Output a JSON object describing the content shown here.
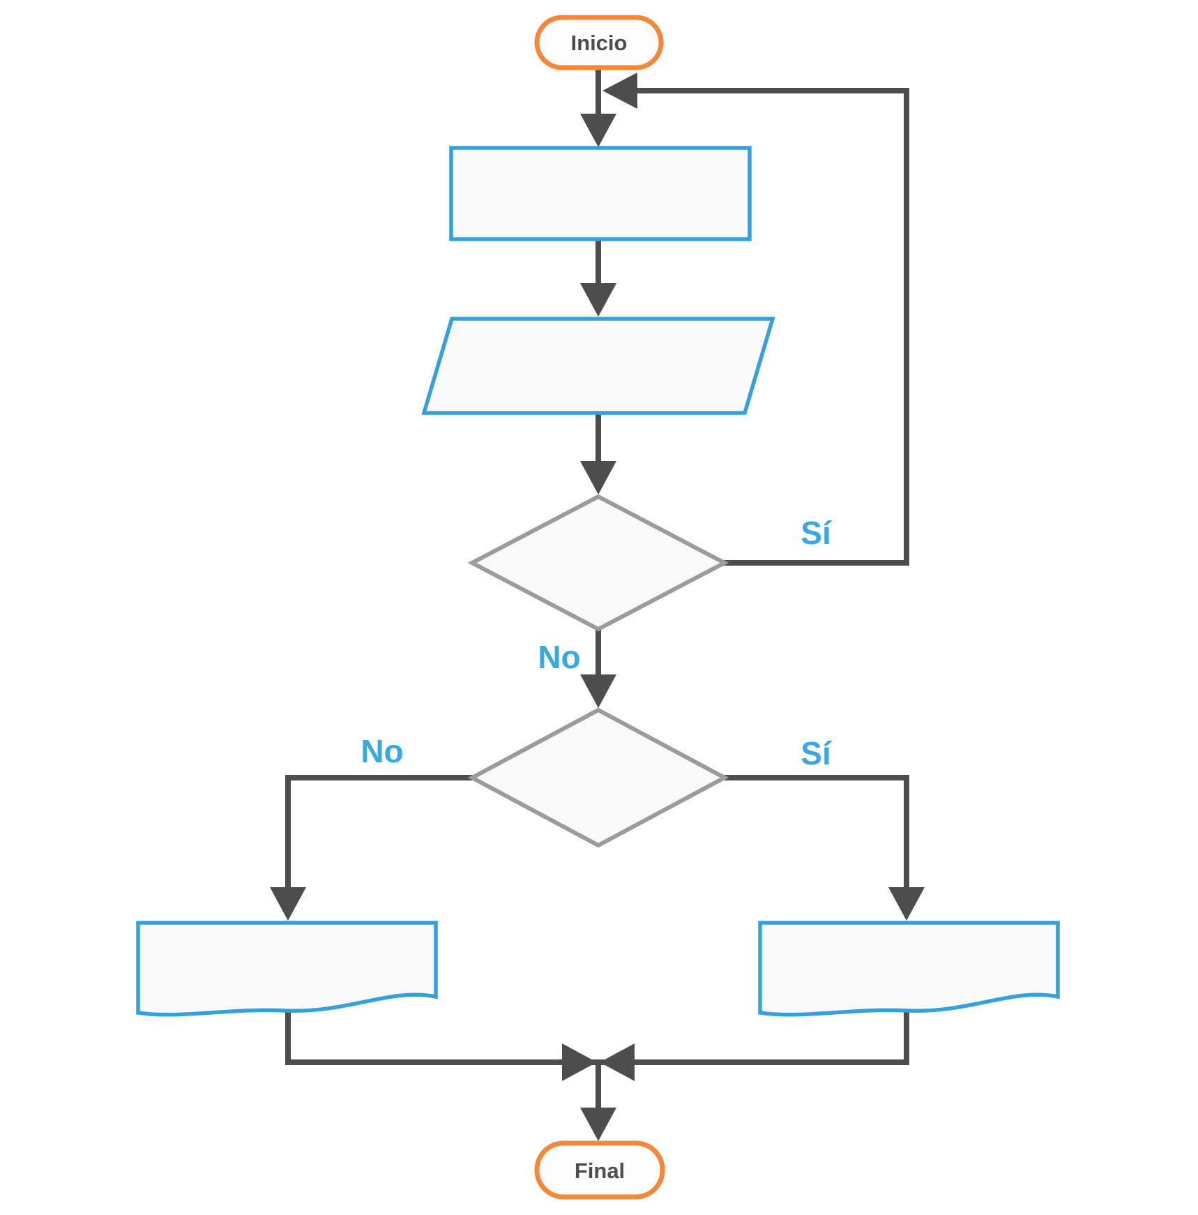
{
  "labels": {
    "start": "Inicio",
    "end": "Final",
    "decision1_yes": "Sí",
    "decision1_no": "No",
    "decision2_no": "No",
    "decision2_yes": "Sí"
  },
  "colors": {
    "accent_orange": "#F5873B",
    "accent_blue": "#36A0DC",
    "label_blue": "#3AA7E0",
    "decision_border": "#9B9B9B",
    "connector_dark": "#4D4D4D",
    "shape_fill": "#F9F9F9",
    "terminator_fill": "#FCFCFC",
    "text_dark": "#4D4D4D",
    "background": "#FFFFFF"
  },
  "diagram": {
    "type": "flowchart",
    "nodes": [
      {
        "id": "start",
        "shape": "terminator",
        "label": "Inicio"
      },
      {
        "id": "process-1",
        "shape": "process",
        "label": ""
      },
      {
        "id": "input-output-1",
        "shape": "input-output-parallelogram",
        "label": ""
      },
      {
        "id": "decision-1",
        "shape": "decision-diamond",
        "label": ""
      },
      {
        "id": "decision-2",
        "shape": "decision-diamond",
        "label": ""
      },
      {
        "id": "document-left",
        "shape": "document",
        "label": ""
      },
      {
        "id": "document-right",
        "shape": "document",
        "label": ""
      },
      {
        "id": "end",
        "shape": "terminator",
        "label": "Final"
      }
    ],
    "edges": [
      {
        "from": "start",
        "to": "process-1",
        "label": ""
      },
      {
        "from": "process-1",
        "to": "input-output-1",
        "label": ""
      },
      {
        "from": "input-output-1",
        "to": "decision-1",
        "label": ""
      },
      {
        "from": "decision-1",
        "to": "start-process-junction",
        "label": "Sí",
        "route": "right-then-up-loop"
      },
      {
        "from": "decision-1",
        "to": "decision-2",
        "label": "No"
      },
      {
        "from": "decision-2",
        "to": "document-left",
        "label": "No"
      },
      {
        "from": "decision-2",
        "to": "document-right",
        "label": "Sí"
      },
      {
        "from": "document-left",
        "to": "end",
        "label": ""
      },
      {
        "from": "document-right",
        "to": "end",
        "label": ""
      }
    ]
  }
}
